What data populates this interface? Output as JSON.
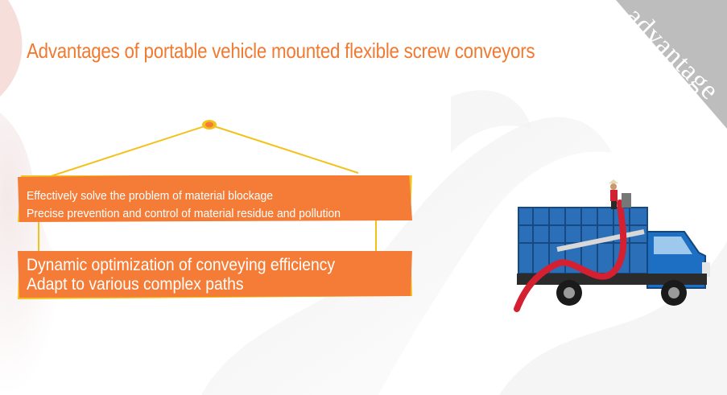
{
  "title": "Advantages of portable vehicle mounted flexible screw conveyors",
  "corner_label": "advantage",
  "box1": {
    "line1": "Effectively solve the problem of material blockage",
    "line2": "Precise prevention and control of material residue and pollution"
  },
  "box2": {
    "line1": "Dynamic optimization of conveying efficiency",
    "line2": "Adapt to various complex paths"
  },
  "colors": {
    "accent": "#f07a32",
    "box_fill": "#f57c36",
    "box_shadow": "#f3c21a",
    "ribbon": "#bfbfbf",
    "hose": "#d42030",
    "truck_blue": "#1d6fc4"
  },
  "icons": [
    "truck-photo",
    "hanging-pin-icon"
  ]
}
